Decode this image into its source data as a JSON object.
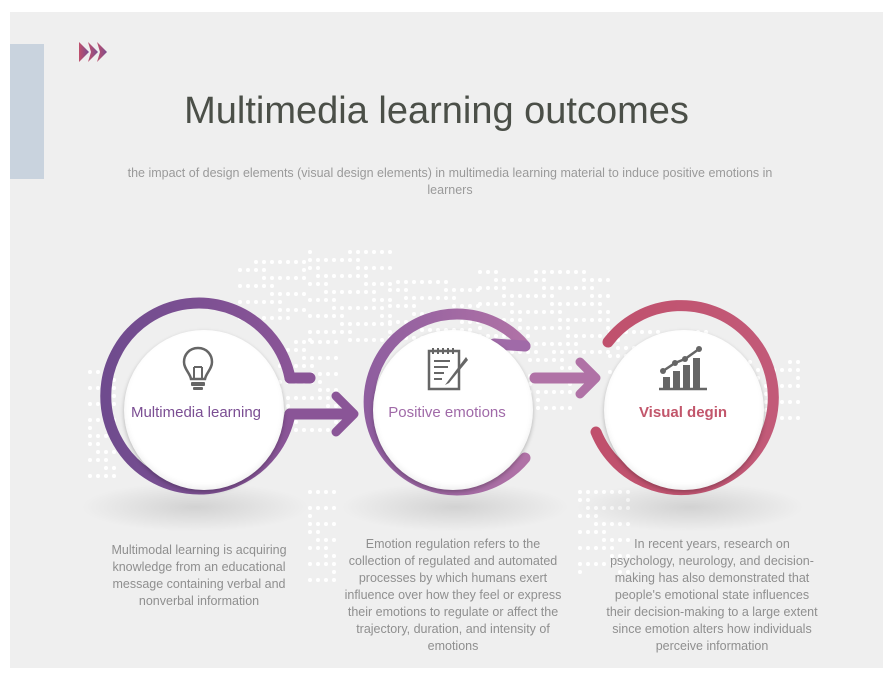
{
  "slide": {
    "title": "Multimedia learning outcomes",
    "subtitle": "the impact of design elements (visual design elements) in multimedia learning material to induce positive emotions in learners"
  },
  "steps": [
    {
      "label": "Multimedia learning",
      "icon": "lightbulb-icon",
      "color": "#7b4e93",
      "description": "Multimodal learning is acquiring knowledge from an educational message containing verbal and nonverbal information"
    },
    {
      "label": "Positive emotions",
      "icon": "notepad-pencil-icon",
      "color": "#a06aa8",
      "description": "Emotion regulation refers to the collection of regulated and automated processes by which humans exert influence over how they feel or express their emotions to regulate or affect the trajectory, duration, and intensity of emotions"
    },
    {
      "label": "Visual degin",
      "icon": "bar-chart-growth-icon",
      "color": "#c2566b",
      "description": "In recent years, research on psychology, neurology, and decision-making has also demonstrated that people's emotional state influences their decision-making to a large extent since emotion alters how individuals perceive information"
    }
  ],
  "decor": {
    "chevron_icon": "triple-chevron-right-icon",
    "chevron_color": "#b04e6e",
    "accent_bar_color": "#c9d3de"
  }
}
